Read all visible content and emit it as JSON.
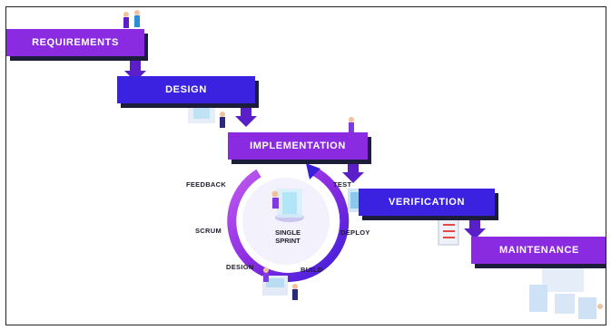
{
  "steps": {
    "requirements": "REQUIREMENTS",
    "design": "DESIGN",
    "implementation": "IMPLEMENTATION",
    "verification": "VERIFICATION",
    "maintenance": "MAINTENANCE"
  },
  "cycle": {
    "feedback": "FEEDBACK",
    "test": "TEST",
    "scrum": "SCRUM",
    "deploy": "DEPLOY",
    "design": "DESIGN",
    "build": "BUILD",
    "center_line1": "SINGLE",
    "center_line2": "SPRINT"
  },
  "colors": {
    "purple": "#8a2be2",
    "blue": "#3b22e0",
    "shadow": "#1b1d3a"
  }
}
